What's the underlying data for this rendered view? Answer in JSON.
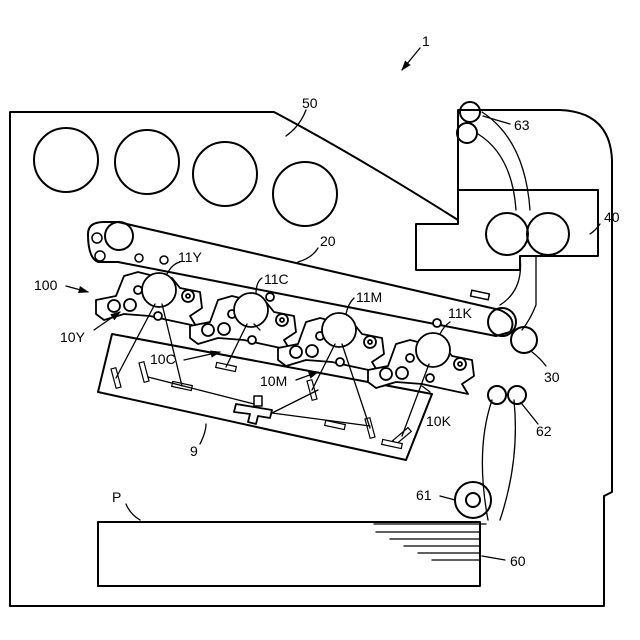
{
  "labels": {
    "apparatus": "1",
    "toner_bottles": "50",
    "registration_rollers": "63",
    "fixing_device": "40",
    "transfer_belt": "20",
    "image_forming_section": "100",
    "drum_y": "11Y",
    "drum_c": "11C",
    "drum_m": "11M",
    "drum_k": "11K",
    "unit_y": "10Y",
    "unit_c": "10C",
    "unit_m": "10M",
    "unit_k": "10K",
    "secondary_transfer_roller": "30",
    "conveyance_rollers": "62",
    "feed_roller": "61",
    "paper_tray": "60",
    "exposure_device": "9",
    "paper": "P"
  },
  "colors": {
    "line": "#000000",
    "background": "#ffffff"
  }
}
